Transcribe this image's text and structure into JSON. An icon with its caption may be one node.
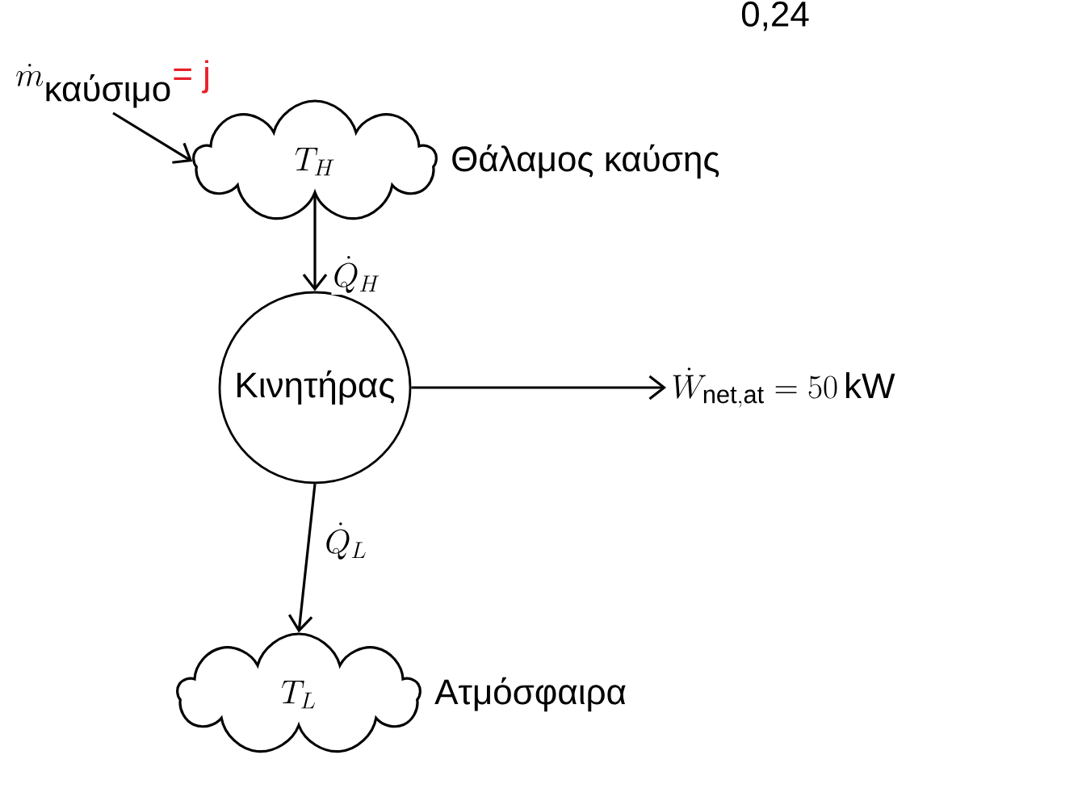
{
  "diagram": {
    "nodes": [
      {
        "text": [
          "\\dot{m}_{\\mbox{καύσιμο}}",
          "= j"
        ]
      },
      {
        "text": [
          "T_H"
        ],
        "beside": [
          "Θάλαμος καύσης"
        ]
      },
      {
        "text": [
          "Κινητήρας"
        ]
      },
      {
        "text": [
          "\\dot{W}_{\\mathrm{net,at}} = 50\\,\\mathrm{kW}"
        ]
      },
      {
        "text": [
          "T_L"
        ],
        "beside": [
          "Ατμόσφαιρα"
        ]
      }
    ],
    "edges": [
      {
        "from": 0,
        "to": 1,
        "arrow": "to"
      },
      {
        "from": 1,
        "to": 2,
        "arrow": "to",
        "label": "\\dot{Q}_H"
      },
      {
        "from": 2,
        "to": 3,
        "arrow": "to"
      },
      {
        "from": 2,
        "to": 4,
        "arrow": "to",
        "label": "\\dot{Q}_L"
      }
    ],
    "labels": [
      "0,24"
    ]
  }
}
